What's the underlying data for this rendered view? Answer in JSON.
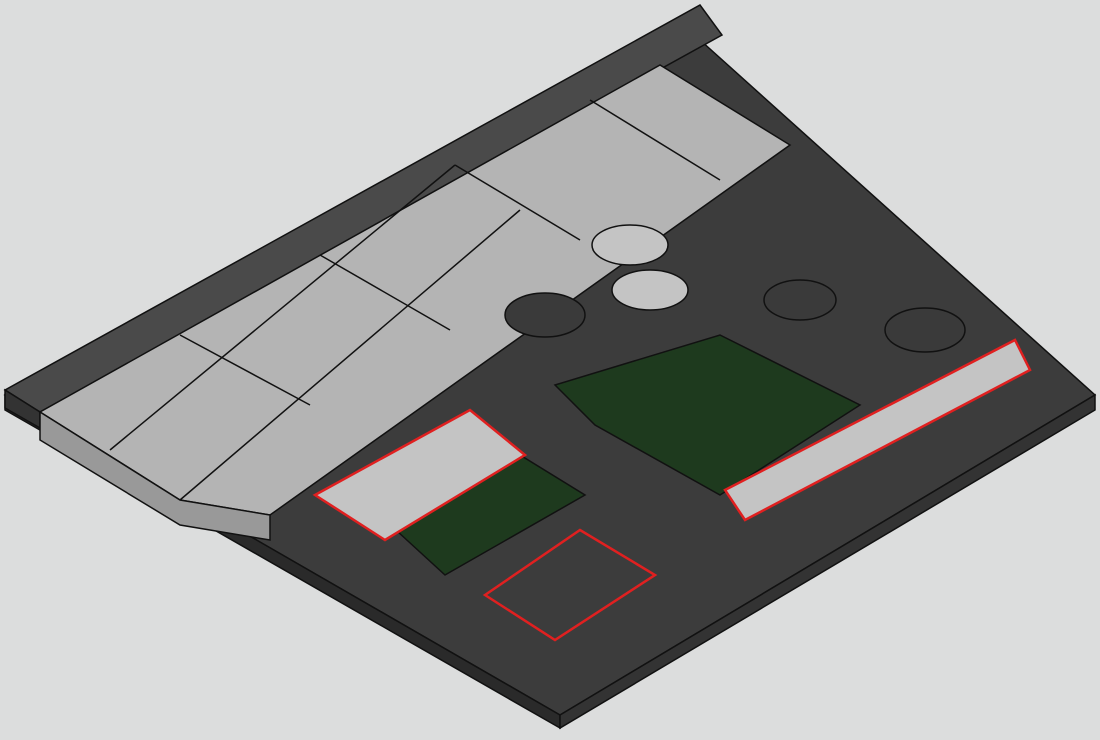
{
  "background": "#dcdddd",
  "colors": {
    "baseplate": "#3c3c3c",
    "baseplate_dark": "#2a2a2a",
    "wall_top": "#4a4a4a",
    "tile_light": "#b4b4b4",
    "tile_top": "#c4c4c4",
    "dark_green": "#1e3a1e",
    "dark_gray_part": "#3a3a3a",
    "highlight_outline": "#e02020",
    "outline": "#111111"
  },
  "parts": [
    {
      "name": "baseplate",
      "icon": "baseplate-16x16"
    },
    {
      "name": "wall-edge",
      "icon": "dark-gray-wall-plate"
    },
    {
      "name": "light-gray-tiles",
      "icon": "tile-2x4"
    },
    {
      "name": "green-plate-large",
      "icon": "plate-dark-green"
    },
    {
      "name": "green-plate-small",
      "icon": "plate-dark-green"
    },
    {
      "name": "highlighted-plate-right",
      "icon": "plate-1x8"
    },
    {
      "name": "highlighted-slope",
      "icon": "slope-curved"
    },
    {
      "name": "highlighted-plate-bottom",
      "icon": "plate-2x3"
    },
    {
      "name": "round-dishes",
      "icon": "dish-2x2"
    }
  ]
}
